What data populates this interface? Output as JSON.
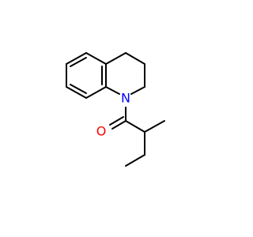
{
  "molecule": {
    "atoms": [
      {
        "element": "N",
        "label": "N",
        "color": "#0000FF"
      },
      {
        "element": "O",
        "label": "O",
        "color": "#FF0000"
      }
    ]
  }
}
